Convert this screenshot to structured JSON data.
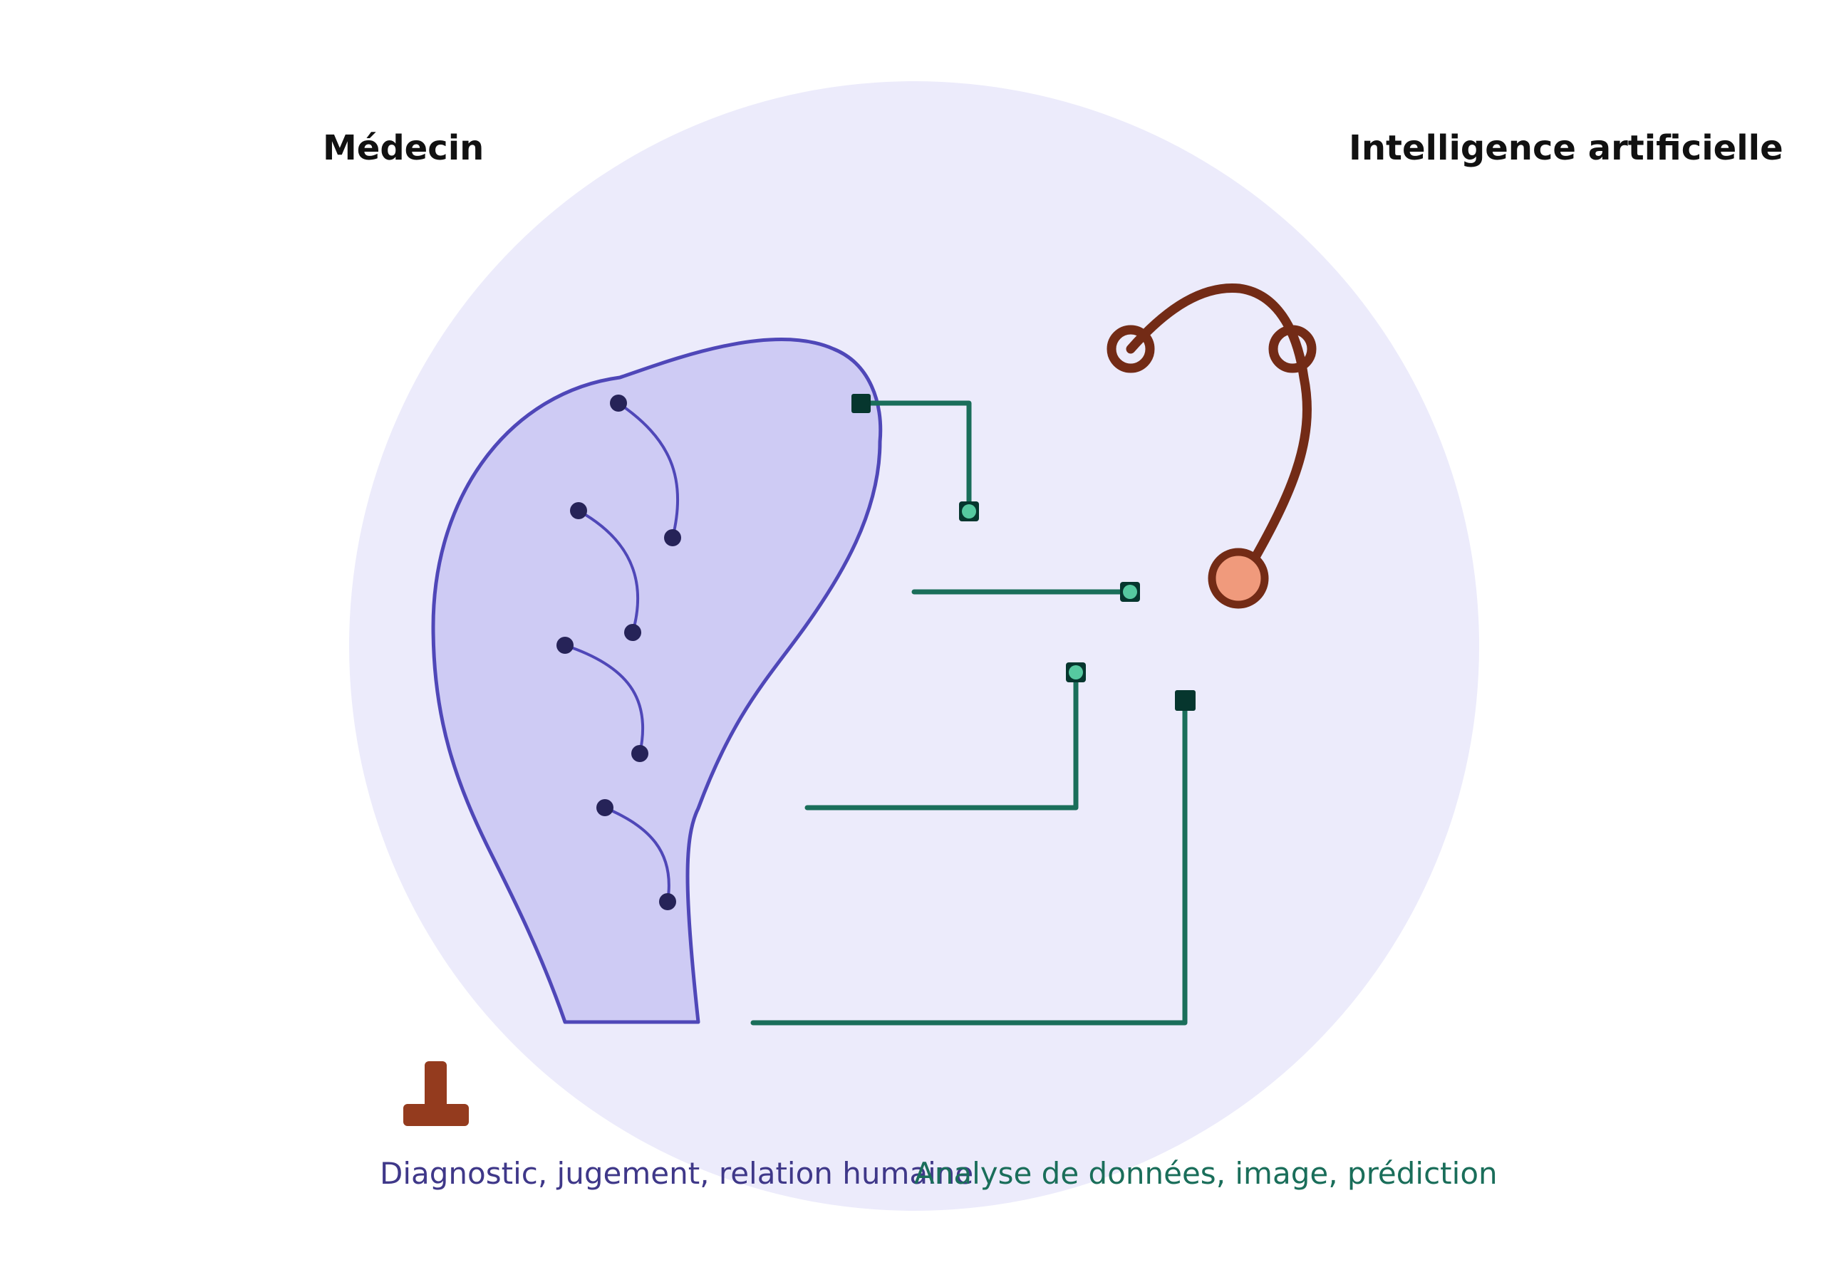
{
  "titles": {
    "left": "Médecin",
    "right": "Intelligence artificielle"
  },
  "captions": {
    "left": "Diagnostic, jugement, relation humaine",
    "right": "Analyse de données, image, prédiction"
  },
  "icons": {
    "head": "human-head-profile-icon",
    "neural_nodes": "neural-connection-icon",
    "circuit": "circuit-trace-icon",
    "stethoscope": "stethoscope-icon",
    "base": "t-stand-icon"
  },
  "colors": {
    "background_circle": "#ecebfb",
    "head_fill": "#cecbf4",
    "head_stroke": "#4f47b8",
    "neuron_node": "#262358",
    "circuit_trace": "#1a6e5a",
    "circuit_pad_dark": "#06362e",
    "circuit_pad_light": "#56c9a0",
    "stethoscope": "#732b16",
    "stethoscope_chest": "#f09a7c",
    "stand": "#943b1e",
    "caption_left": "#3f3889",
    "caption_right": "#1a6e5a"
  }
}
